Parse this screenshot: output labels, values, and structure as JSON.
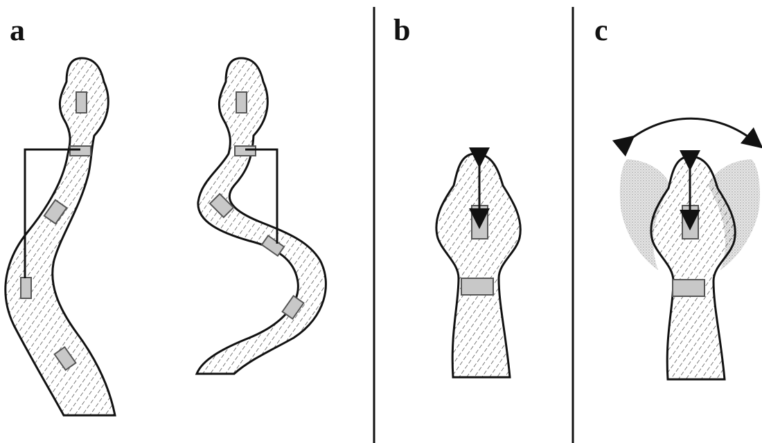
{
  "figure": {
    "panels": [
      {
        "id": "a",
        "label": "a"
      },
      {
        "id": "b",
        "label": "b"
      },
      {
        "id": "c",
        "label": "c"
      }
    ],
    "colors": {
      "outline": "#111111",
      "marker_fill": "#c8c8c8",
      "marker_stroke": "#555555",
      "swing_region": "#d4d4d4",
      "background": "#ffffff"
    }
  }
}
